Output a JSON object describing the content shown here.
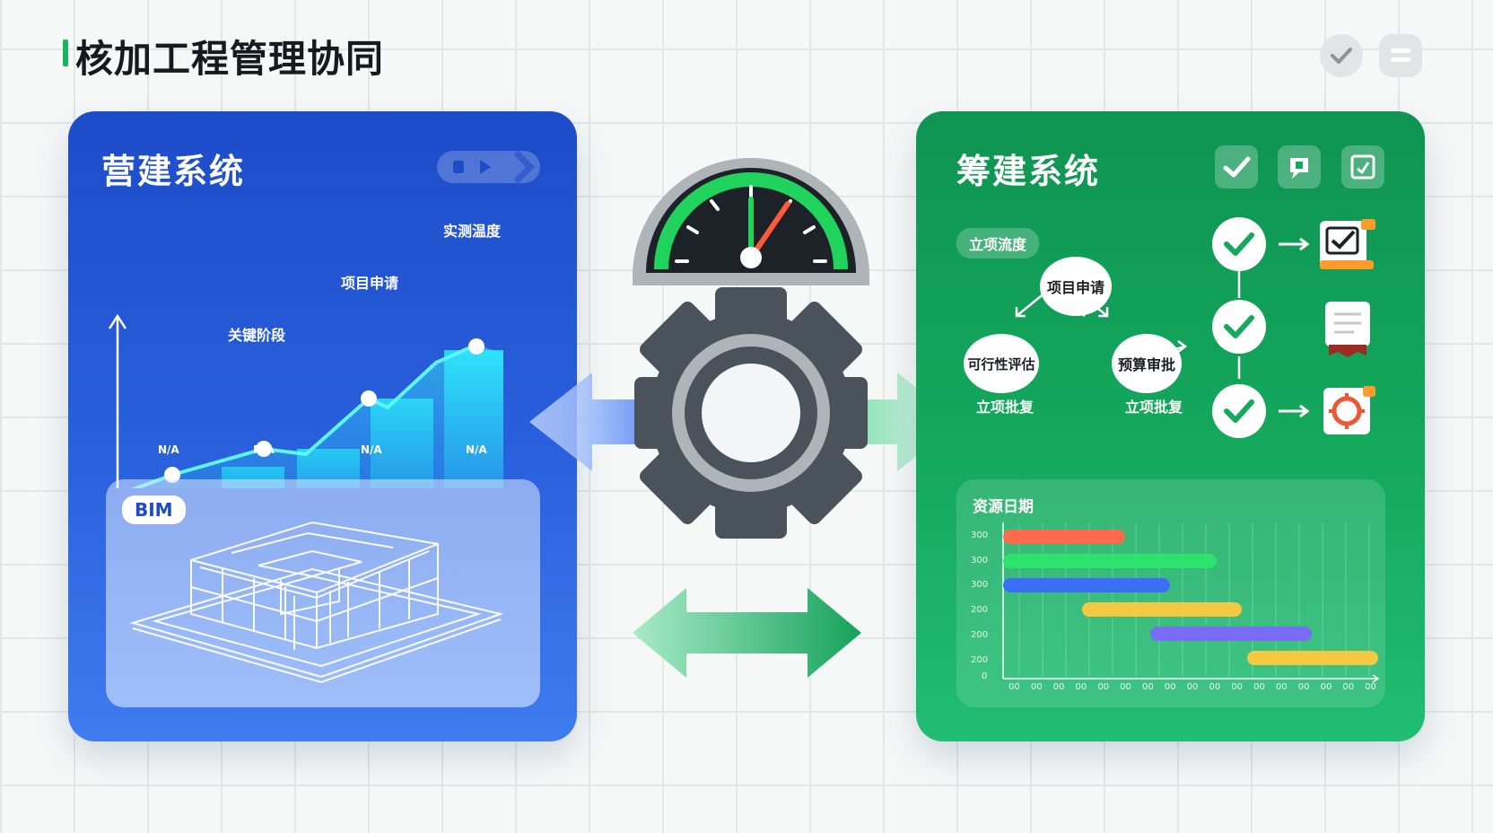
{
  "header": {
    "title": "核加工程管理协同"
  },
  "left_panel": {
    "title": "营建系统",
    "chart_labels": {
      "p1": "关键阶段",
      "p2": "项目申请",
      "p3": "实测温度"
    },
    "x_ticks": [
      "N/A",
      "N/A",
      "N/A",
      "N/A"
    ],
    "bim_label": "BIM"
  },
  "right_panel": {
    "title": "筹建系统",
    "flow_tag": "立项流度",
    "nodes": {
      "top": "项目申请",
      "left": "可行性评估",
      "right": "预算审批"
    },
    "sub_labels": {
      "left": "立项批复",
      "right": "立项批复"
    },
    "gantt": {
      "title": "资源日期",
      "y_ticks": [
        "300",
        "300",
        "300",
        "200",
        "200",
        "200",
        "0"
      ],
      "x_ticks": [
        "00",
        "00",
        "00",
        "00",
        "00",
        "00",
        "00",
        "00",
        "00",
        "00",
        "00",
        "00",
        "00",
        "00",
        "00",
        "00",
        "00"
      ]
    }
  },
  "colors": {
    "blue_panel": "#1d4cc9",
    "green_panel": "#14a95d",
    "gauge_green": "#1fd35d",
    "needle": "#ff5a3c",
    "gear": "#4a525c",
    "gantt_bars": [
      "#ff6b4a",
      "#2de36e",
      "#3a6ef5",
      "#f5c843",
      "#7a6cf5",
      "#f5c843"
    ]
  },
  "icons": {
    "header": [
      "check-icon",
      "menu-icon"
    ],
    "left_panel": [
      "video-controls-icon"
    ],
    "right_panel": [
      "check-box-icon",
      "chat-icon",
      "export-icon"
    ],
    "center": [
      "speedometer-icon",
      "gear-icon",
      "arrow-left-icon",
      "arrow-right-icon",
      "double-arrow-icon"
    ],
    "checklist": [
      "check-circle-icon",
      "check-circle-icon",
      "check-circle-icon",
      "clipboard-icon",
      "certificate-icon",
      "settings-icon"
    ]
  }
}
